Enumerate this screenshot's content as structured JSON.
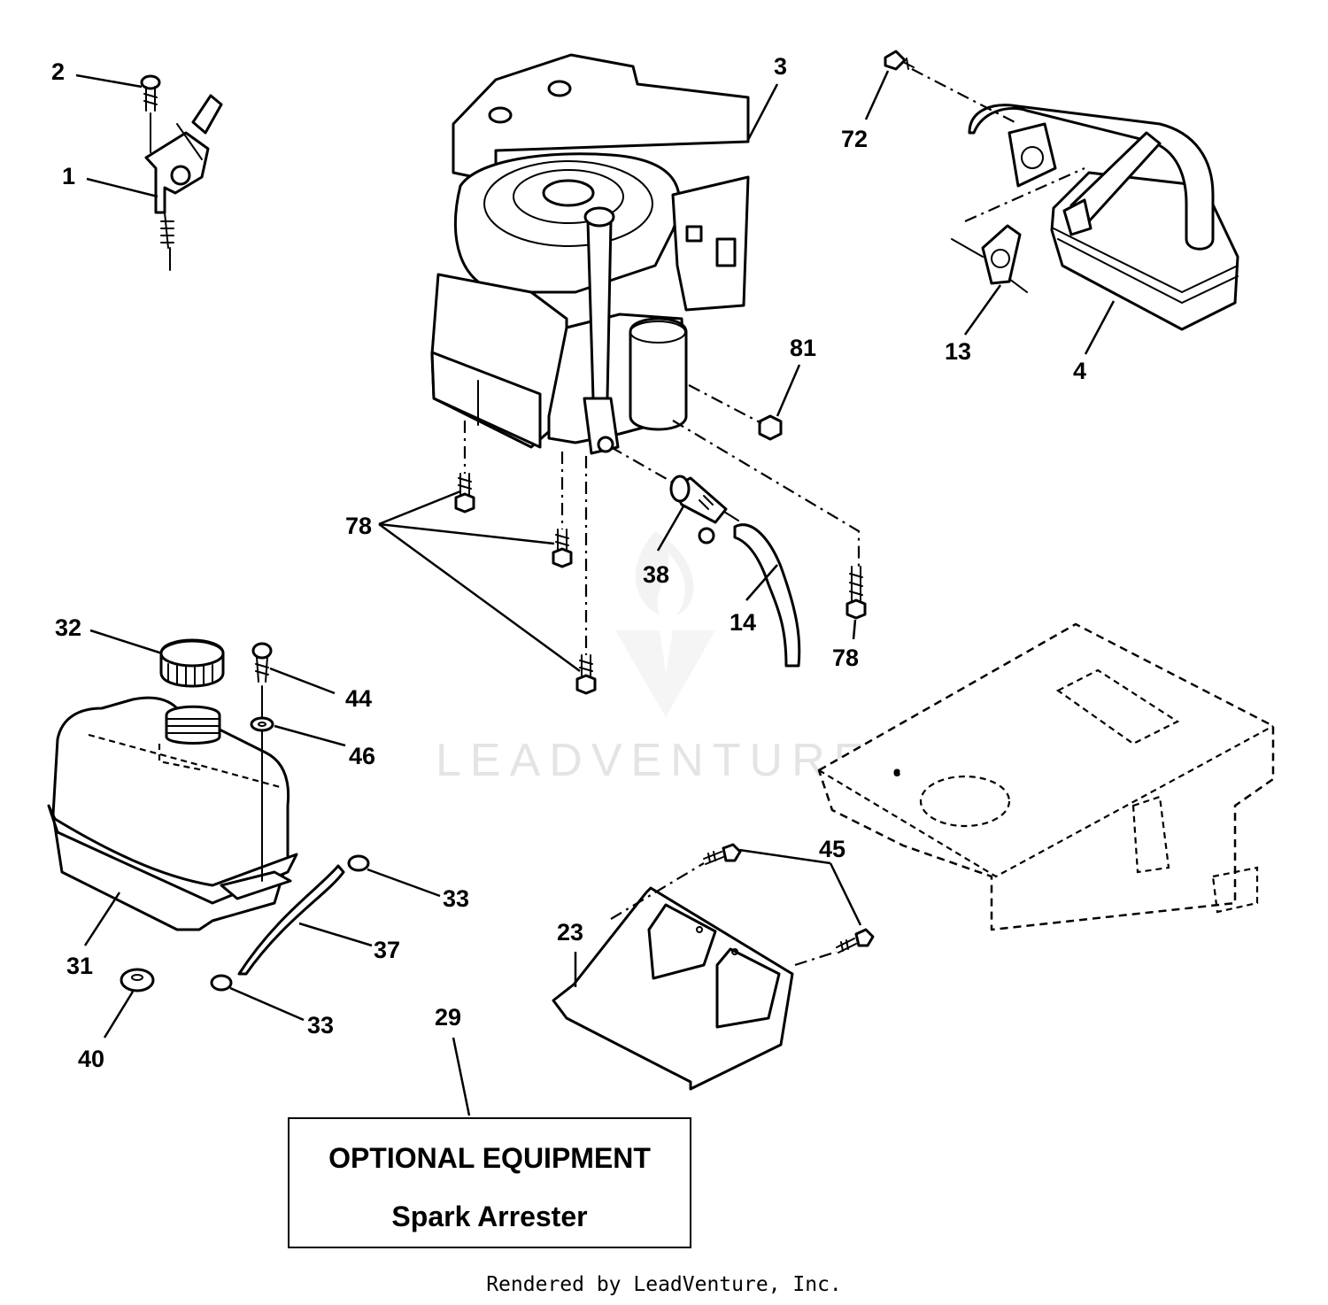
{
  "callouts": {
    "c1": "1",
    "c2": "2",
    "c3": "3",
    "c4": "4",
    "c13": "13",
    "c14": "14",
    "c23": "23",
    "c29": "29",
    "c31": "31",
    "c32": "32",
    "c33a": "33",
    "c33b": "33",
    "c37": "37",
    "c38": "38",
    "c40": "40",
    "c44": "44",
    "c45": "45",
    "c46": "46",
    "c72": "72",
    "c78a": "78",
    "c78b": "78",
    "c81": "81"
  },
  "optional_box": {
    "title": "OPTIONAL EQUIPMENT",
    "subtitle": "Spark Arrester"
  },
  "watermark": "LEADVENTURE",
  "credit": "Rendered by LeadVenture, Inc."
}
